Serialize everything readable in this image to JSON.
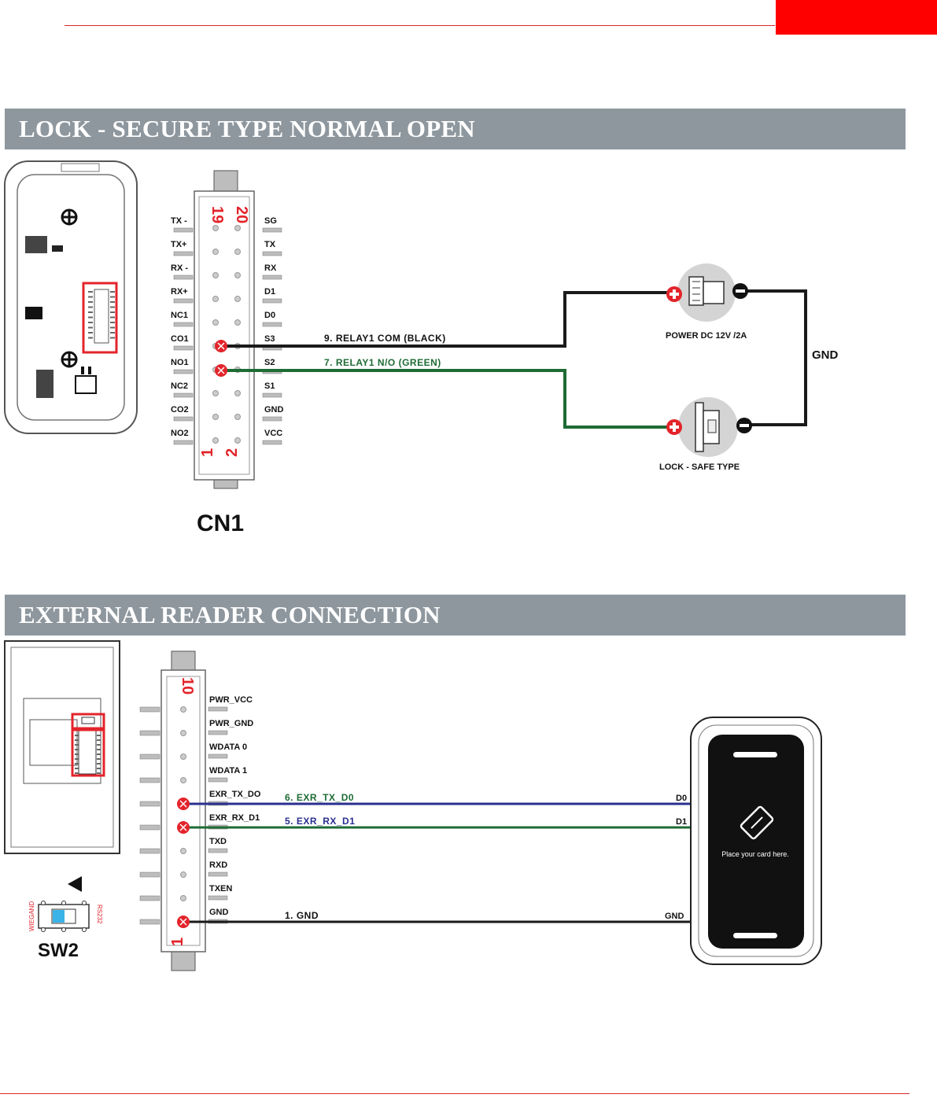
{
  "section1": {
    "title": "LOCK - SECURE TYPE NORMAL OPEN",
    "connector_name": "CN1",
    "pin_top_left": "19",
    "pin_top_right": "20",
    "pin_bottom_left": "1",
    "pin_bottom_right": "2",
    "left_pins": [
      "TX -",
      "TX+",
      "RX -",
      "RX+",
      "NC1",
      "CO1",
      "NO1",
      "NC2",
      "CO2",
      "NO2"
    ],
    "right_pins": [
      "SG",
      "TX",
      "RX",
      "D1",
      "D0",
      "S3",
      "S2",
      "S1",
      "GND",
      "VCC"
    ],
    "wire_black": "9. RELAY1 COM (BLACK)",
    "wire_green": "7. RELAY1 N/O (GREEN)",
    "power_label": "POWER DC 12V /2A",
    "lock_label": "LOCK - SAFE TYPE",
    "gnd_label": "GND"
  },
  "section2": {
    "title": "EXTERNAL READER CONNECTION",
    "connector_top_pin": "10",
    "connector_bottom_pin": "1",
    "pins": [
      "PWR_VCC",
      "PWR_GND",
      "WDATA 0",
      "WDATA 1",
      "EXR_TX_DO",
      "EXR_RX_D1",
      "TXD",
      "RXD",
      "TXEN",
      "GND"
    ],
    "wire1": "6. EXR_TX_D0",
    "wire2": "5. EXR_RX_D1",
    "wire3": "1. GND",
    "reader_d0": "D0",
    "reader_d1": "D1",
    "reader_gnd": "GND",
    "reader_text": "Place your card here.",
    "switch_name": "SW2",
    "switch_left": "WIEGAND",
    "switch_right": "RS232"
  },
  "colors": {
    "accent_red": "#ff0000",
    "wire_black": "#1a1a1a",
    "wire_green": "#1e6b34",
    "wire_blue": "#2a2f8f",
    "banner": "#8e979e"
  }
}
